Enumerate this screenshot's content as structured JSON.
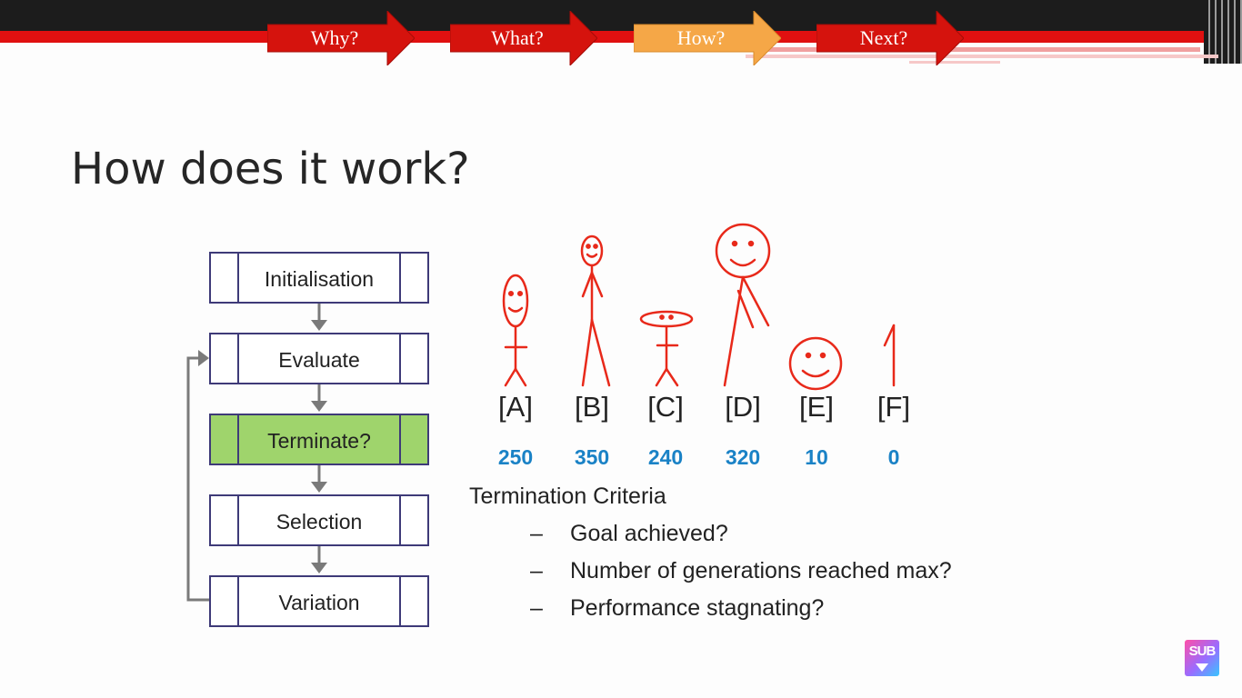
{
  "nav": {
    "items": [
      {
        "label": "Why?",
        "state": "inactive",
        "color": "#d5130d"
      },
      {
        "label": "What?",
        "state": "inactive",
        "color": "#d5130d"
      },
      {
        "label": "How?",
        "state": "active",
        "color": "#f5a747"
      },
      {
        "label": "Next?",
        "state": "inactive",
        "color": "#d5130d"
      }
    ]
  },
  "slide": {
    "title": "How does it work?"
  },
  "flowchart": {
    "steps": [
      {
        "label": "Initialisation",
        "highlighted": false
      },
      {
        "label": "Evaluate",
        "highlighted": false
      },
      {
        "label": "Terminate?",
        "highlighted": true,
        "highlight_color": "#9fd46c"
      },
      {
        "label": "Selection",
        "highlighted": false
      },
      {
        "label": "Variation",
        "highlighted": false
      }
    ],
    "loop_from": "Variation",
    "loop_to": "Evaluate"
  },
  "population": {
    "figure_color": "#e8291a",
    "score_color": "#1a82c6",
    "individuals": [
      {
        "id": "[A]",
        "score": "250",
        "figure": "stick-figure-oval-head-icon"
      },
      {
        "id": "[B]",
        "score": "350",
        "figure": "stick-figure-tall-icon"
      },
      {
        "id": "[C]",
        "score": "240",
        "figure": "stick-figure-flat-head-icon"
      },
      {
        "id": "[D]",
        "score": "320",
        "figure": "stick-figure-big-head-icon"
      },
      {
        "id": "[E]",
        "score": "10",
        "figure": "smiley-head-only-icon"
      },
      {
        "id": "[F]",
        "score": "0",
        "figure": "single-leg-icon"
      }
    ]
  },
  "criteria": {
    "heading": "Termination Criteria",
    "dash": "–",
    "items": [
      "Goal achieved?",
      "Number of generations reached max?",
      "Performance stagnating?"
    ]
  },
  "watermark": {
    "label": "SUB"
  }
}
